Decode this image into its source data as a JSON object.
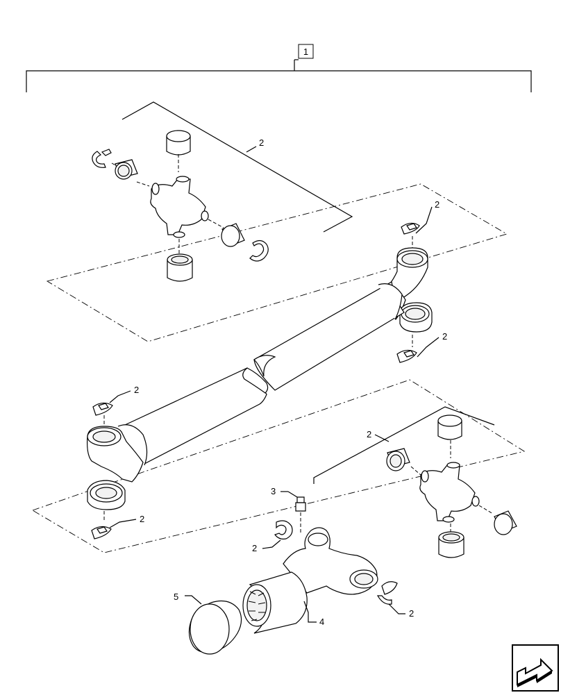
{
  "callouts": {
    "assembly": "1",
    "cross_kit_top": "2",
    "snap_ring_right_top": "2",
    "snap_ring_right_bottom": "2",
    "snap_ring_left_top": "2",
    "snap_ring_left_bottom": "2",
    "cross_kit_bottom": "2",
    "snap_ring_yoke_left": "2",
    "snap_ring_yoke_right": "2",
    "grease_fitting": "3",
    "slip_yoke": "4",
    "dust_cap": "5"
  },
  "icons": {
    "nav": "next-page-arrow-icon"
  }
}
